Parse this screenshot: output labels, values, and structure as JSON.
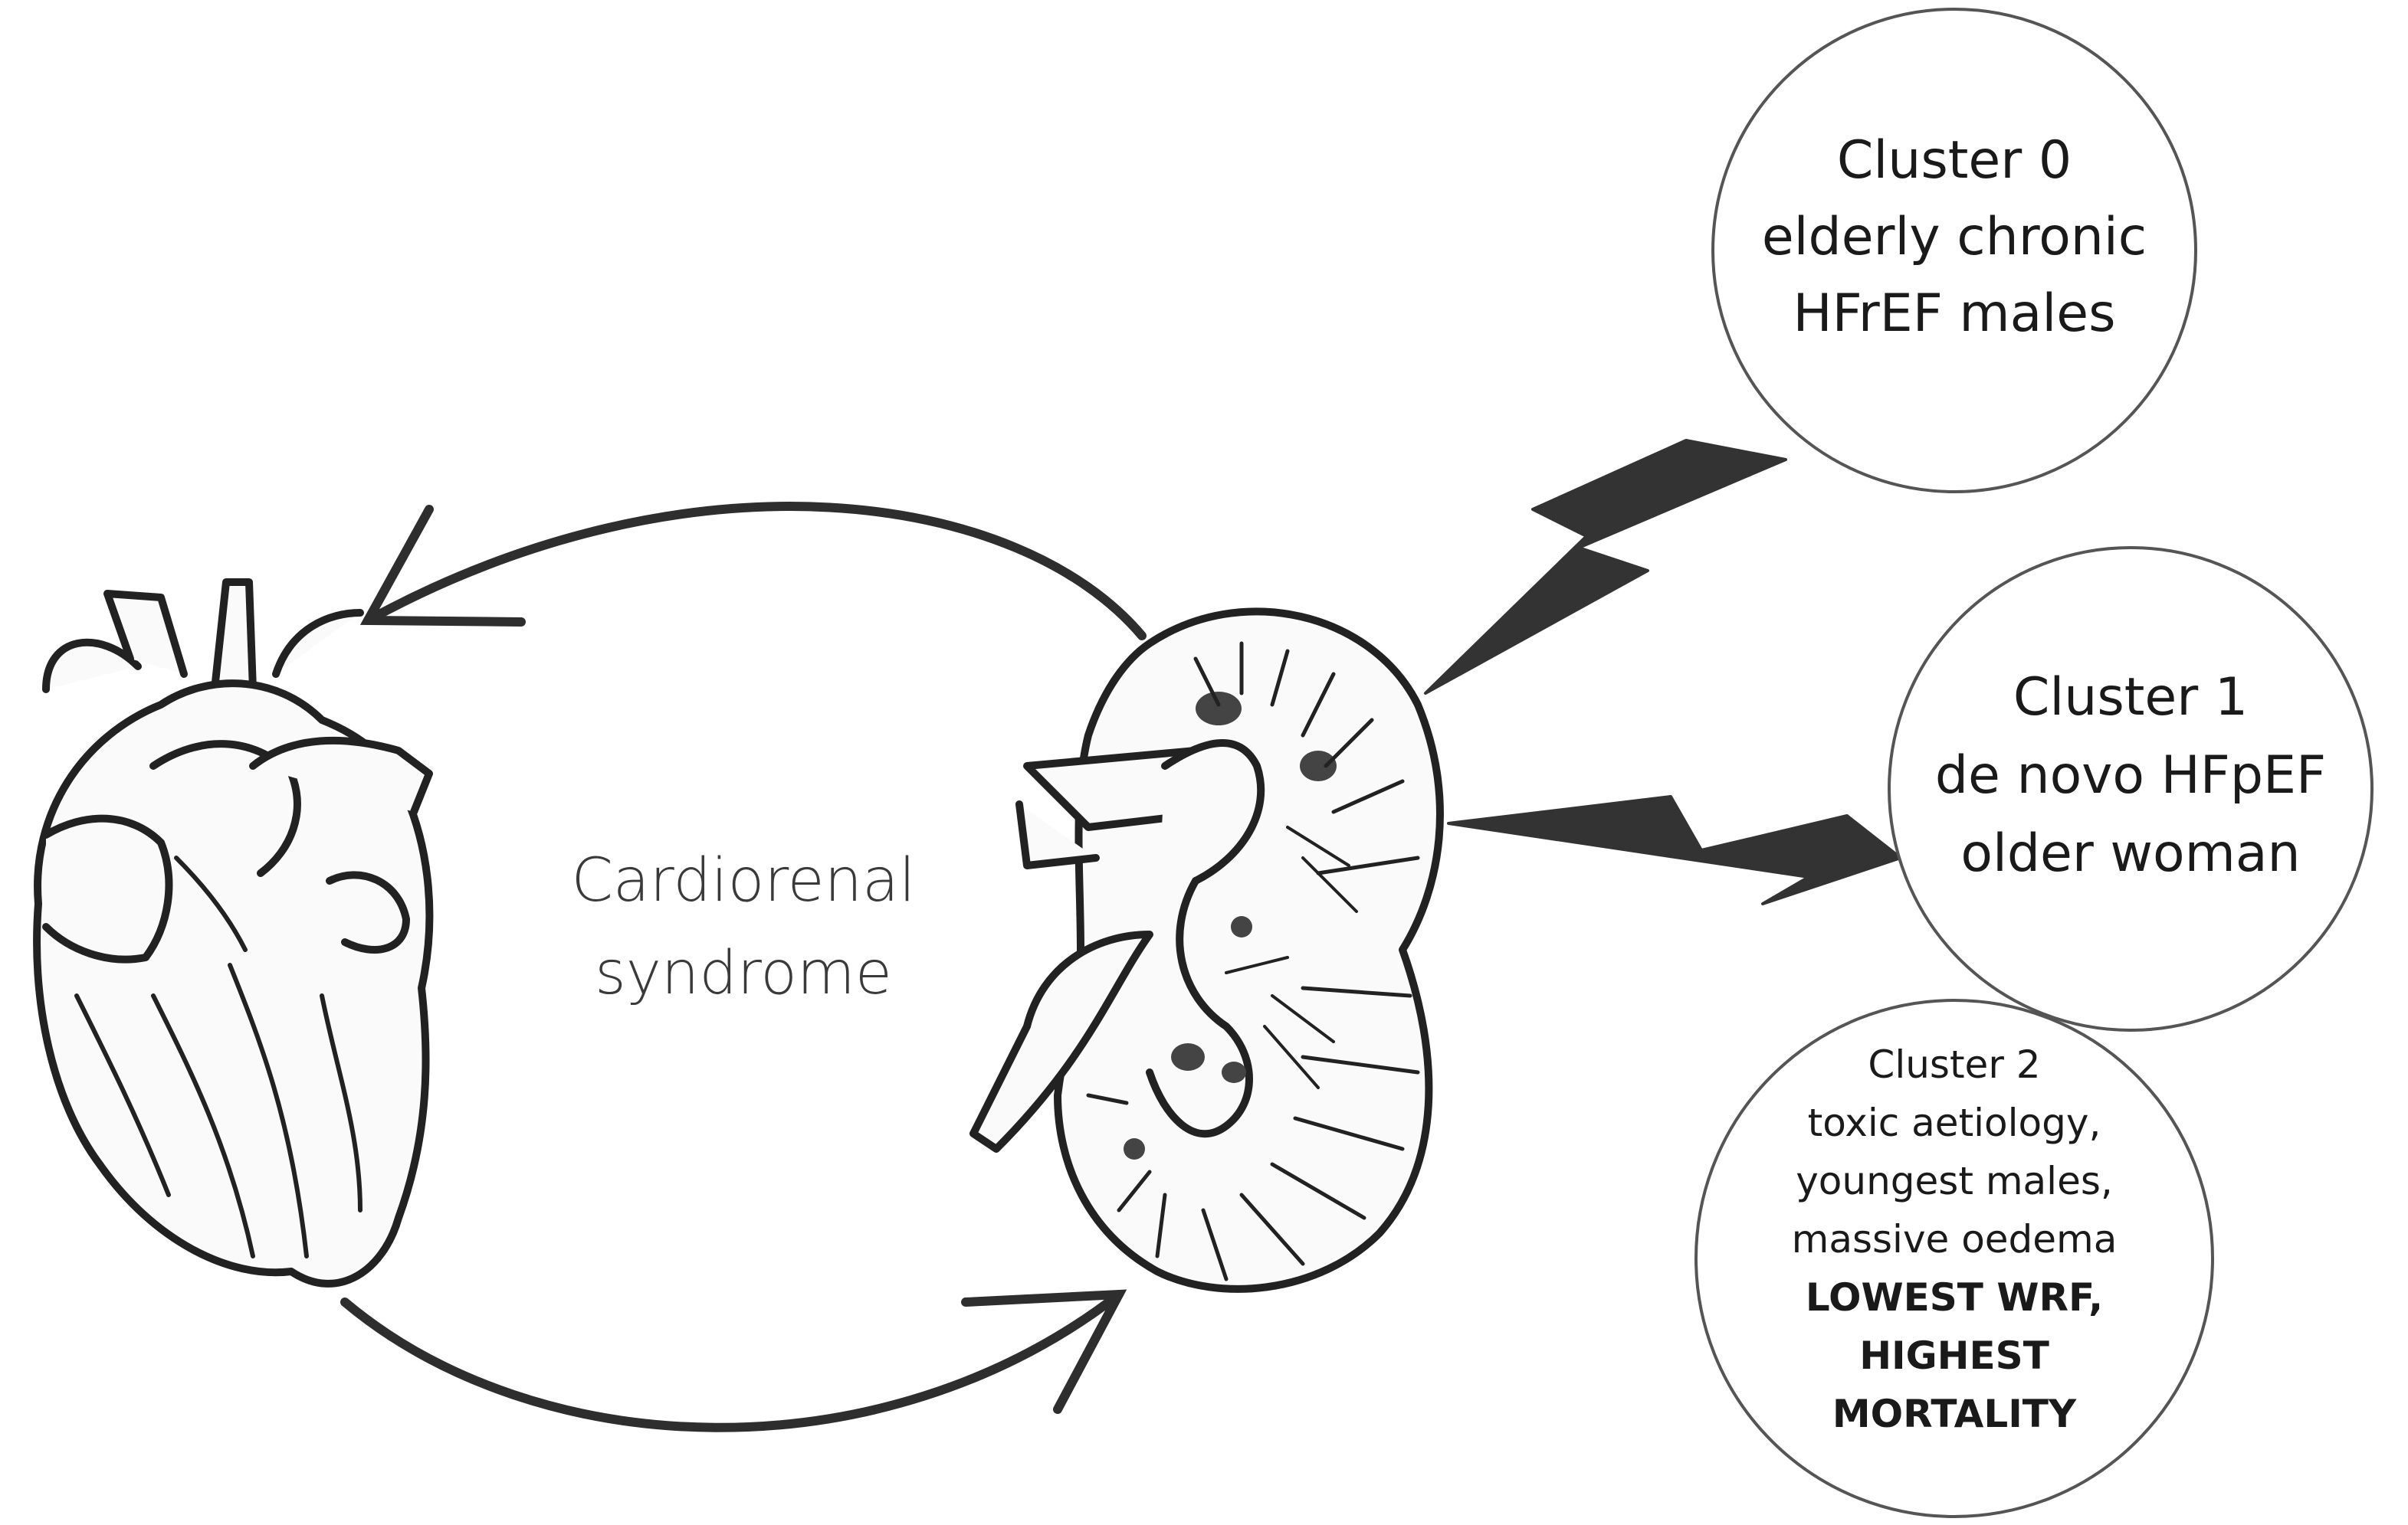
{
  "center_label": [
    "Cardiorenal",
    "syndrome"
  ],
  "clusters": [
    {
      "lines": [
        "Cluster 0",
        "elderly chronic",
        "HFrEF males"
      ]
    },
    {
      "lines": [
        "Cluster 1",
        "de novo HFpEF",
        "older woman"
      ]
    },
    {
      "lines": [
        "Cluster 2",
        "toxic aetiology,",
        "youngest males,",
        "massive oedema"
      ],
      "emphasis": [
        "LOWEST WRF,",
        "HIGHEST",
        "MORTALITY"
      ]
    }
  ],
  "icons": [
    "heart-illustration",
    "kidney-illustration",
    "lightning-bolt-icon"
  ],
  "colors": {
    "ink": "#2e2e2e",
    "outline": "#555555"
  }
}
